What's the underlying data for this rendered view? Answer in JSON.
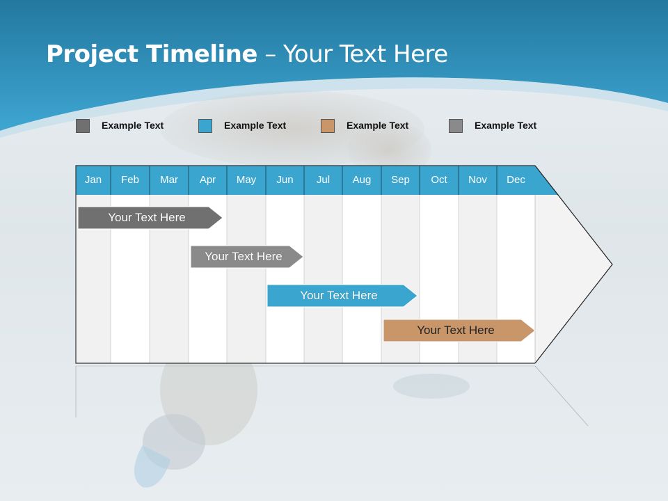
{
  "slide": {
    "title_bold": "Project Timeline",
    "title_rest": " – Your Text Here"
  },
  "legend": [
    {
      "label": "Example Text",
      "color": "#707070"
    },
    {
      "label": "Example Text",
      "color": "#3aa6cf"
    },
    {
      "label": "Example Text",
      "color": "#c9966a"
    },
    {
      "label": "Example Text",
      "color": "#8a8a8a"
    }
  ],
  "timeline": {
    "months": [
      "Jan",
      "Feb",
      "Mar",
      "Apr",
      "May",
      "Jun",
      "Jul",
      "Aug",
      "Sep",
      "Oct",
      "Nov",
      "Dec"
    ],
    "header_color": "#3aa6cf",
    "bars": [
      {
        "label": "Your  Text Here",
        "color": "#707070",
        "start": "Jan",
        "end": "Apr"
      },
      {
        "label": "Your  Text Here",
        "color": "#8a8a8a",
        "start": "Apr",
        "end": "Jun"
      },
      {
        "label": "Your  Text Here",
        "color": "#3aa6cf",
        "start": "Jun",
        "end": "Sep"
      },
      {
        "label": "Your  Text Here",
        "color": "#c9966a",
        "start": "Sep",
        "end": "Dec"
      }
    ]
  },
  "colors": {
    "banner": "#2f8fbd",
    "banner_light": "#8ecbe6"
  }
}
